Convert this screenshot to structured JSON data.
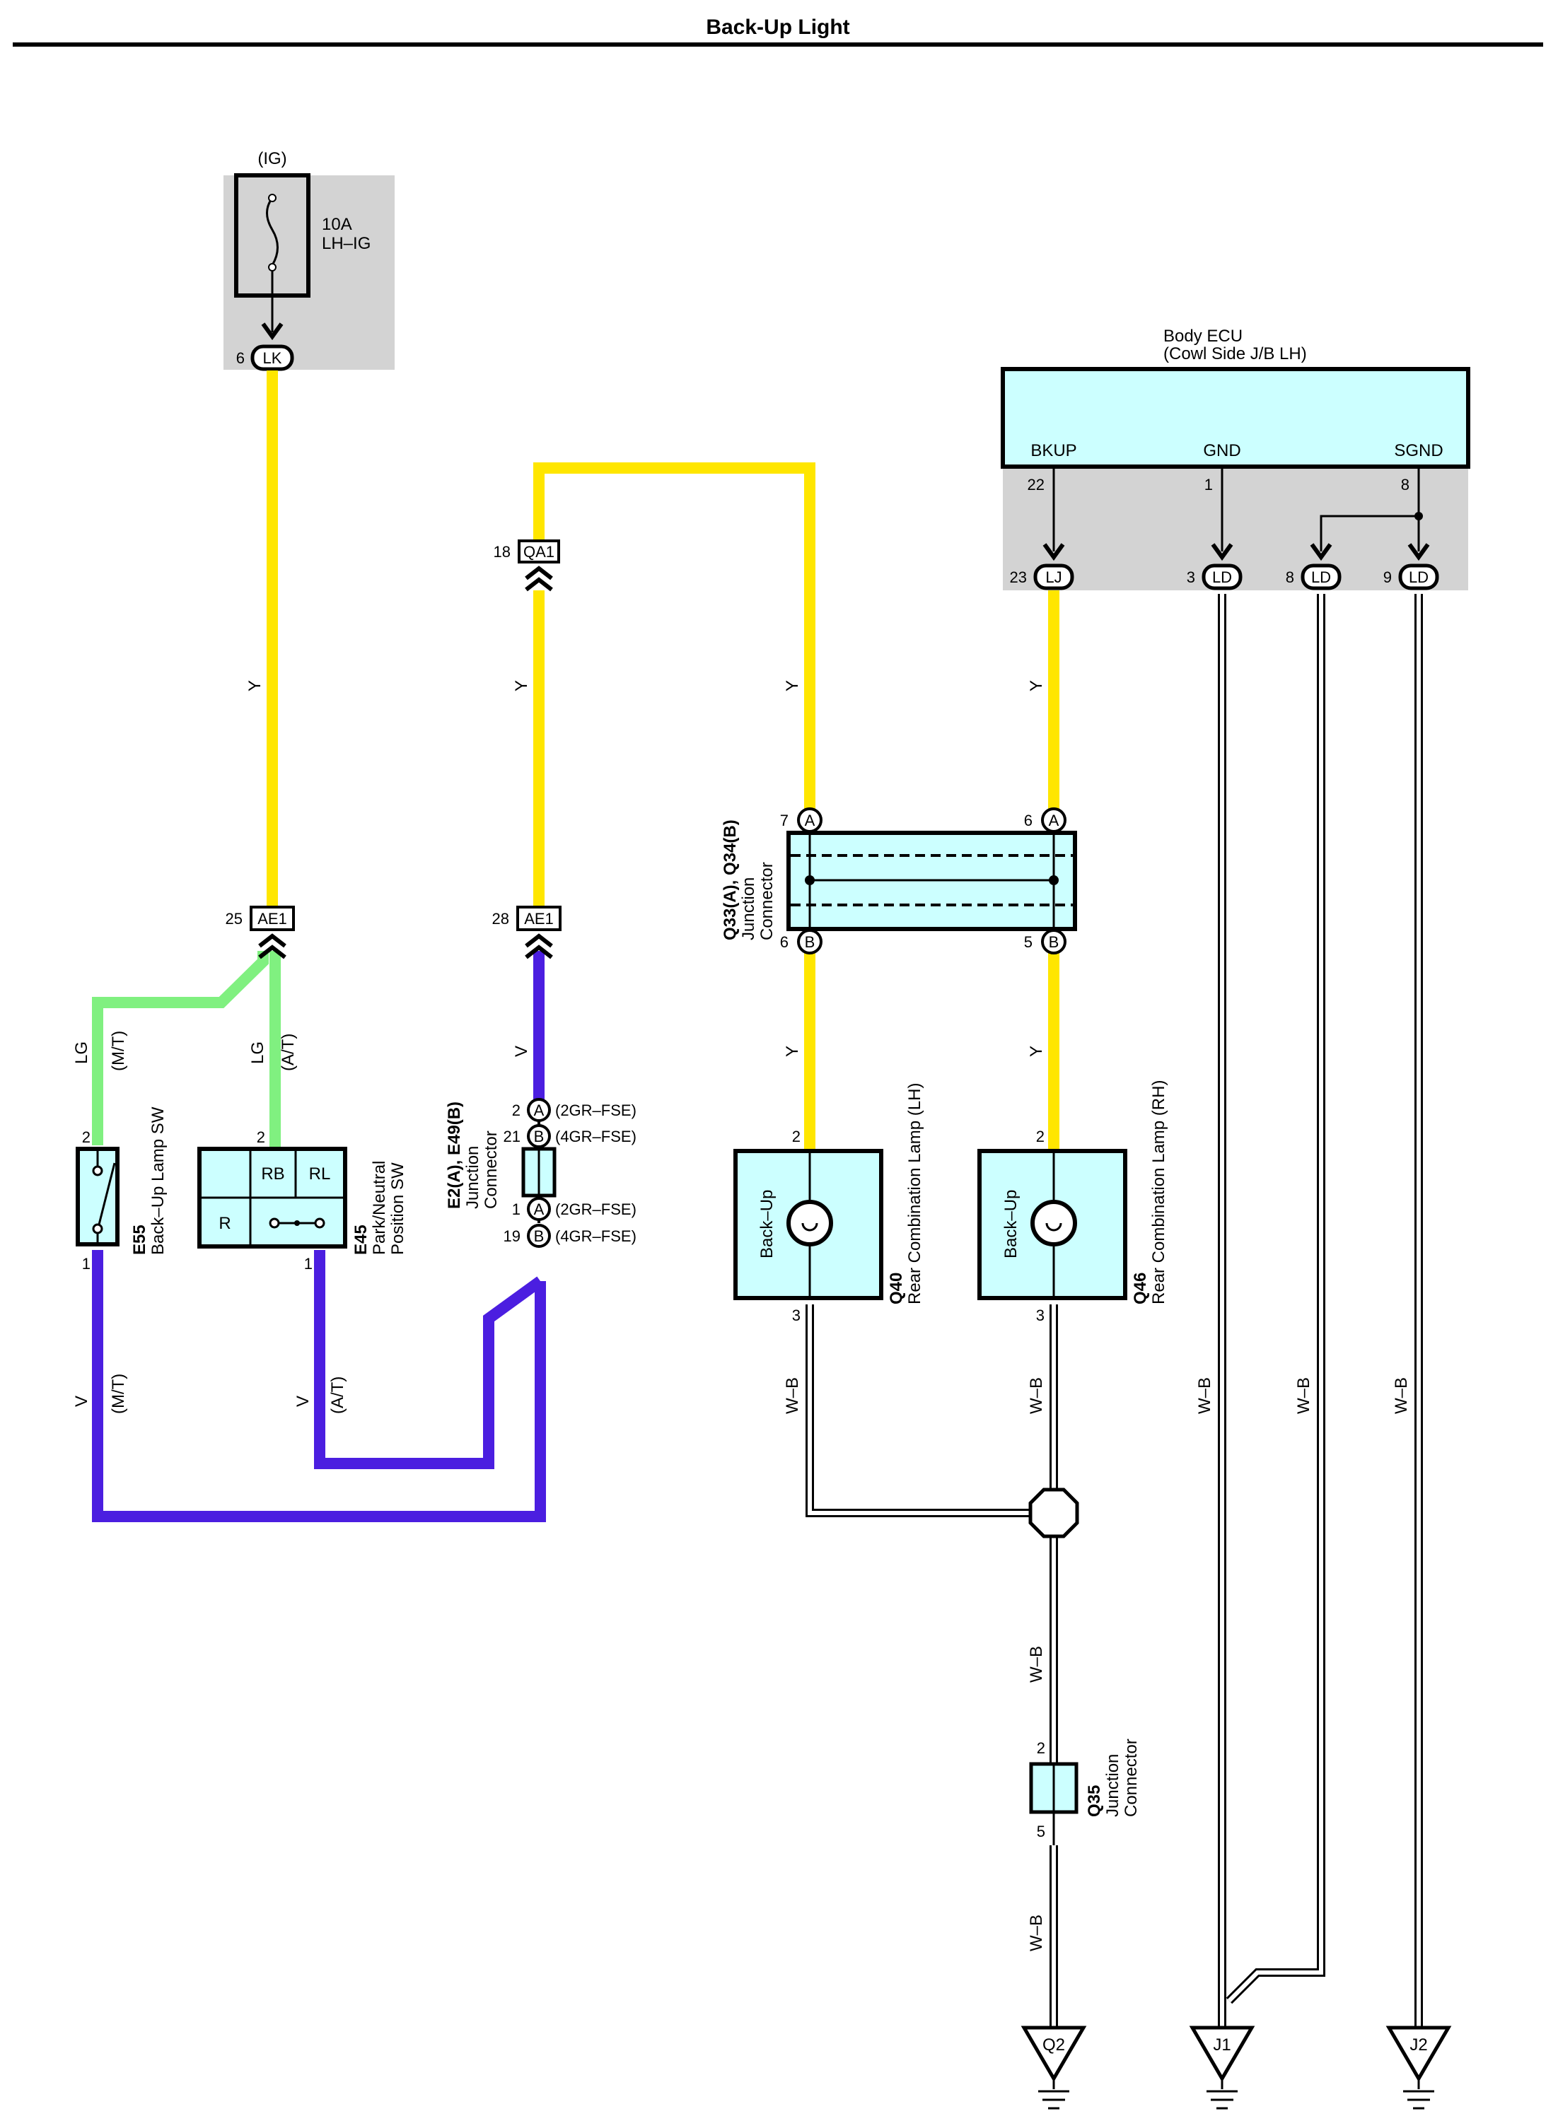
{
  "title": "Back-Up Light",
  "fuse": {
    "source": "(IG)",
    "rating": "10A",
    "name": "LH–IG",
    "pin": "6",
    "connector": "LK"
  },
  "ecu": {
    "name": "Body ECU",
    "sub": "(Cowl Side J/B LH)",
    "terminals": [
      {
        "label": "BKUP",
        "pin": "22"
      },
      {
        "label": "GND",
        "pin": "1"
      },
      {
        "label": "SGND",
        "pin": "8"
      }
    ],
    "connectors": [
      {
        "pin": "23",
        "code": "LJ"
      },
      {
        "pin": "3",
        "code": "LD"
      },
      {
        "pin": "8",
        "code": "LD"
      },
      {
        "pin": "9",
        "code": "LD"
      }
    ]
  },
  "inline_connectors": [
    {
      "pin": "18",
      "code": "QA1"
    },
    {
      "pin": "25",
      "code": "AE1"
    },
    {
      "pin": "28",
      "code": "AE1"
    }
  ],
  "wire_colors": {
    "Y": "#FFE600",
    "LG": "#80F080",
    "V": "#4B1EE0",
    "W_B_fill": "#ffffff",
    "box_fill": "#CCFFFF",
    "shade": "#D3D3D3"
  },
  "wire_labels": {
    "y": "Y",
    "lg": "LG",
    "v": "V",
    "wb": "W–B",
    "mt": "(M/T)",
    "at": "(A/T)"
  },
  "junction_q33": {
    "code": "Q33(A), Q34(B)",
    "line1": "Junction",
    "line2": "Connector",
    "top_pins": [
      {
        "pin": "7",
        "tag": "A"
      },
      {
        "pin": "6",
        "tag": "A"
      }
    ],
    "bottom_pins": [
      {
        "pin": "6",
        "tag": "B"
      },
      {
        "pin": "5",
        "tag": "B"
      }
    ]
  },
  "junction_e2": {
    "code": "E2(A), E49(B)",
    "line1": "Junction",
    "line2": "Connector",
    "pins": [
      {
        "pin": "2",
        "tag": "A",
        "note": "(2GR–FSE)"
      },
      {
        "pin": "21",
        "tag": "B",
        "note": "(4GR–FSE)"
      },
      {
        "pin": "1",
        "tag": "A",
        "note": "(2GR–FSE)"
      },
      {
        "pin": "19",
        "tag": "B",
        "note": "(4GR–FSE)"
      }
    ]
  },
  "e55": {
    "code": "E55",
    "name": "Back–Up Lamp SW",
    "pin_top": "2",
    "pin_bottom": "1"
  },
  "e45": {
    "code": "E45",
    "name1": "Park/Neutral",
    "name2": "Position SW",
    "pin_top": "2",
    "pin_bottom": "1",
    "rb": "RB",
    "rl": "RL",
    "r": "R"
  },
  "q40": {
    "code": "Q40",
    "name": "Rear Combination Lamp (LH)",
    "bulb": "Back–Up",
    "pin_top": "2",
    "pin_bottom": "3"
  },
  "q46": {
    "code": "Q46",
    "name": "Rear Combination Lamp (RH)",
    "bulb": "Back–Up",
    "pin_top": "2",
    "pin_bottom": "3"
  },
  "q35": {
    "code": "Q35",
    "line1": "Junction",
    "line2": "Connector",
    "pin_top": "2",
    "pin_bottom": "5"
  },
  "grounds": [
    {
      "code": "Q2"
    },
    {
      "code": "J1"
    },
    {
      "code": "J2"
    }
  ]
}
